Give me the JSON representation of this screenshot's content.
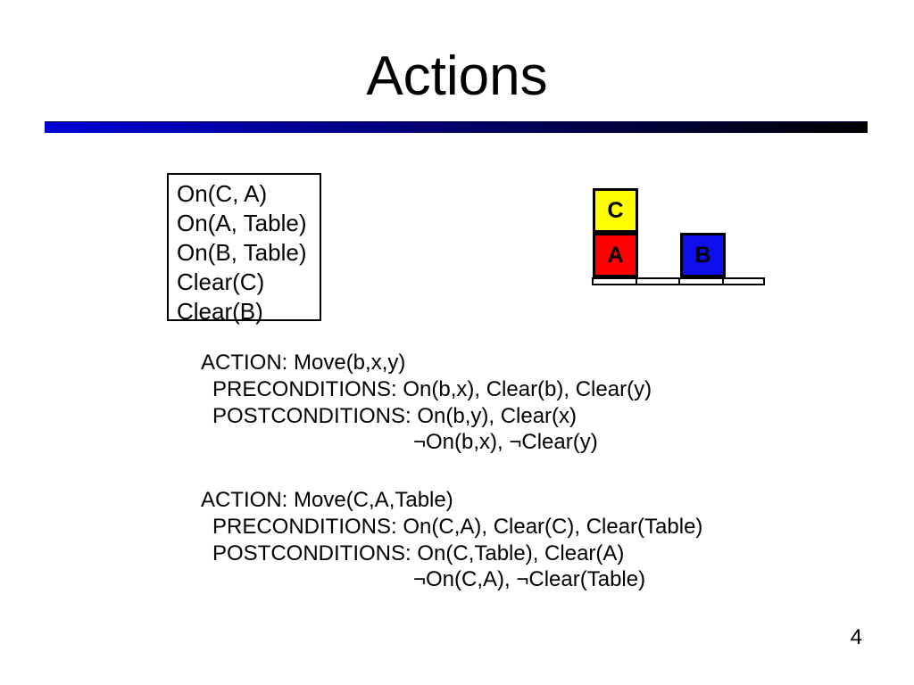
{
  "slide": {
    "title": "Actions",
    "page_number": "4",
    "divider_colors": {
      "start": "#0000d8",
      "end": "#000000"
    }
  },
  "state_box": {
    "lines": [
      "On(C, A)",
      "On(A, Table)",
      "On(B, Table)",
      "Clear(C)",
      "Clear(B)"
    ]
  },
  "blocks_diagram": {
    "blocks": {
      "c": {
        "label": "C",
        "color": "#ffff00"
      },
      "a": {
        "label": "A",
        "color": "#ff0000"
      },
      "b": {
        "label": "B",
        "color": "#0f0fee"
      }
    },
    "table_color": "#ffffff"
  },
  "action1": {
    "lines": [
      "ACTION: Move(b,x,y)",
      "PRECONDITIONS: On(b,x), Clear(b), Clear(y)",
      "POSTCONDITIONS: On(b,y), Clear(x)",
      "¬On(b,x), ¬Clear(y)"
    ]
  },
  "action2": {
    "lines": [
      "ACTION: Move(C,A,Table)",
      "PRECONDITIONS: On(C,A), Clear(C), Clear(Table)",
      "POSTCONDITIONS: On(C,Table), Clear(A)",
      "¬On(C,A), ¬Clear(Table)"
    ]
  }
}
